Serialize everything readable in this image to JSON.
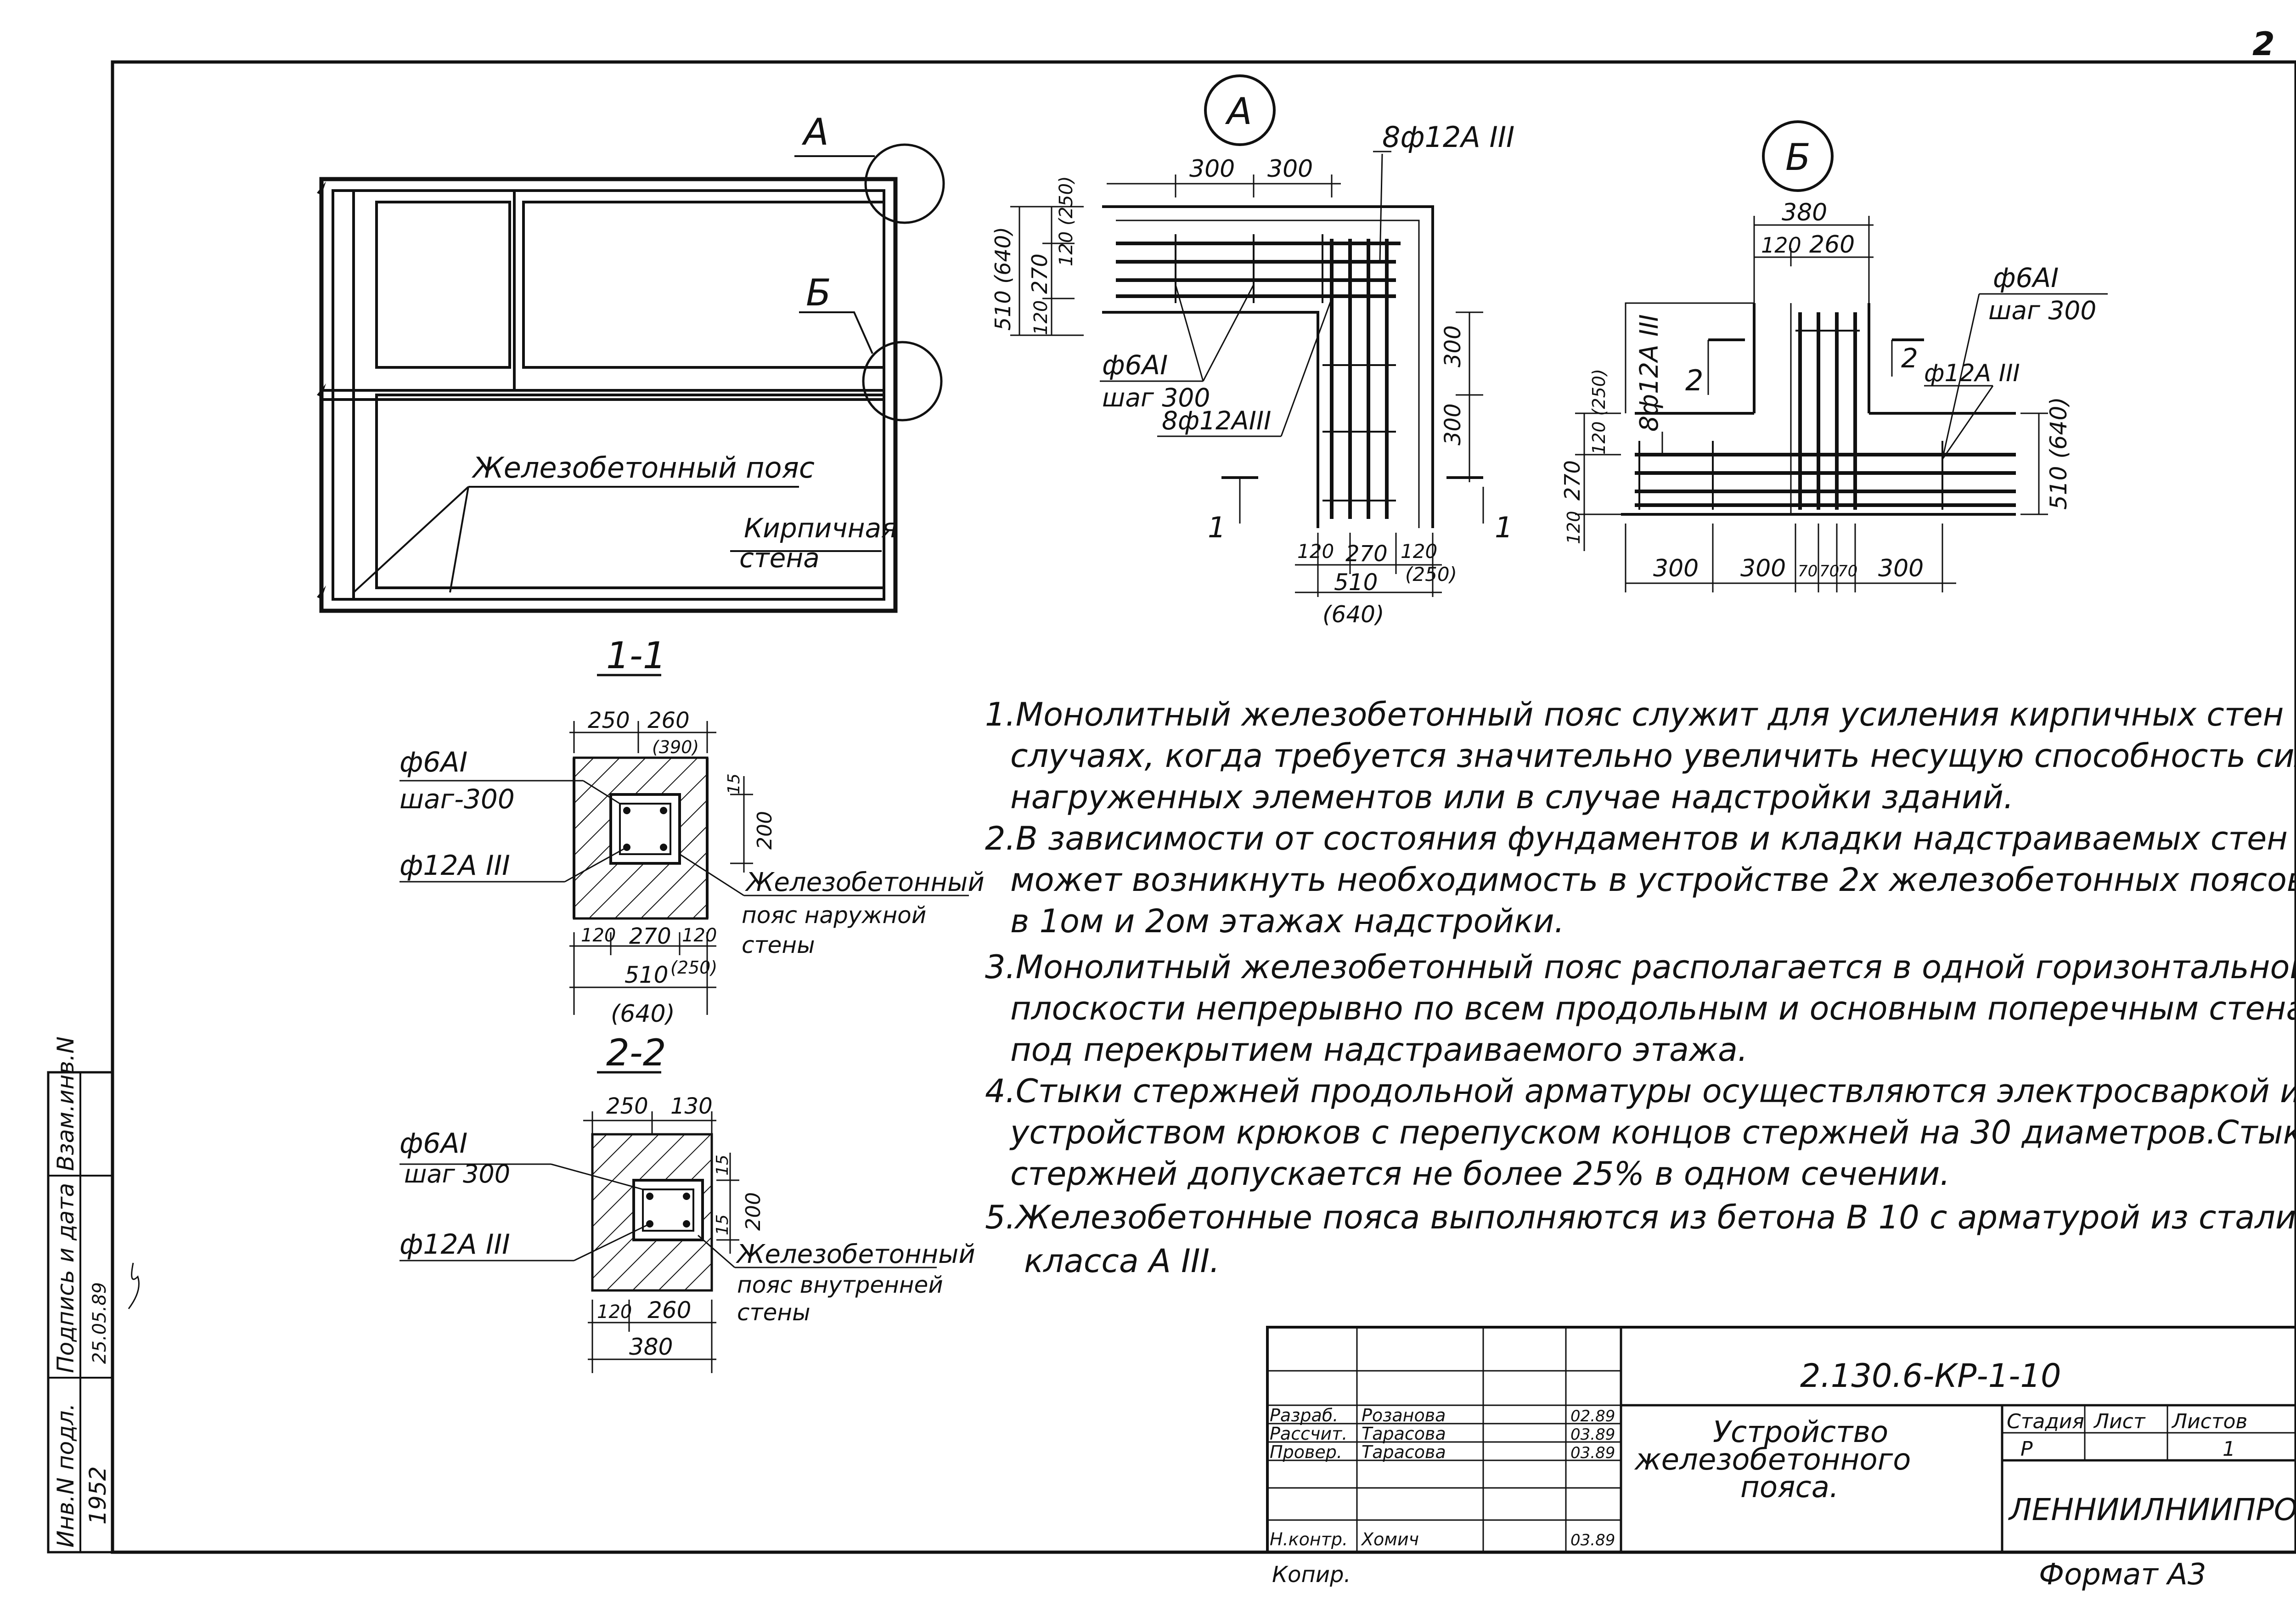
{
  "page_number": "2",
  "plan": {
    "callout_a": "А",
    "callout_b": "Б",
    "label_belt": "Железобетонный пояс",
    "label_wall_1": "Кирпичная",
    "label_wall_2": "стена"
  },
  "detail_a": {
    "marker": "А",
    "rebar_top": "8ф12А III",
    "dim_300_1": "300",
    "dim_300_2": "300",
    "dim_510_640": "510 (640)",
    "dim_120_250": "120 (250)",
    "dim_270": "270",
    "dim_120": "120",
    "stirrup_1": "ф6АI",
    "stirrup_2": "шаг 300",
    "rebar_bottom": "8ф12АIII",
    "dim_v300_1": "300",
    "dim_v300_2": "300",
    "section_mark": "1",
    "bottom_120": "120",
    "bottom_270": "270",
    "bottom_120b": "120",
    "bottom_250": "(250)",
    "bottom_510": "510",
    "bottom_640": "(640)"
  },
  "detail_b": {
    "marker": "Б",
    "dim_380": "380",
    "dim_120": "120",
    "dim_260": "260",
    "stirrup_1": "ф6АI",
    "stirrup_2": "шаг 300",
    "rebar_left": "8ф12А III",
    "section_mark": "2",
    "rebar_right": "ф12А III",
    "dim_510_640": "510 (640)",
    "dim_120_250": "120 (250)",
    "dim_270": "270",
    "dim_120b": "120",
    "b300_1": "300",
    "b300_2": "300",
    "b70_1": "70",
    "b70_2": "70",
    "b70_3": "70",
    "b300_3": "300"
  },
  "section_1": {
    "title": "1-1",
    "dim_250": "250",
    "dim_260": "260",
    "dim_390": "(390)",
    "stirrup_1": "ф6АI",
    "stirrup_2": "шаг-300",
    "rebar": "ф12А III",
    "dim_15": "15",
    "dim_200": "200",
    "dim_120": "120",
    "dim_270": "270",
    "dim_120b": "120",
    "dim_510": "510",
    "dim_250b": "(250)",
    "dim_640": "(640)",
    "callout_1": "Железобетонный",
    "callout_2": "пояс наружной",
    "callout_3": "стены"
  },
  "section_2": {
    "title": "2-2",
    "dim_250": "250",
    "dim_130": "130",
    "stirrup_1": "ф6АI",
    "stirrup_2": "шаг 300",
    "rebar": "ф12А III",
    "dim_15": "15",
    "dim_200": "200",
    "dim_15b": "15",
    "dim_120": "120",
    "dim_260": "260",
    "dim_380": "380",
    "callout_1": "Железобетонный",
    "callout_2": "пояс внутренней",
    "callout_3": "стены"
  },
  "notes": [
    "1.Монолитный железобетонный пояс служит для усиления кирпичных стен в",
    "случаях, когда требуется значительно увеличить несущую способность сильно",
    "нагруженных элементов или в случае надстройки зданий.",
    "2.В зависимости от состояния фундаментов и кладки надстраиваемых стен",
    "может возникнуть необходимость в устройстве 2х железобетонных поясов",
    "в 1ом и 2ом этажах надстройки.",
    "3.Монолитный железобетонный пояс располагается в одной горизонтальной",
    "плоскости непрерывно по всем продольным и основным поперечным стенам",
    "под перекрытием надстраиваемого этажа.",
    "4.Стыки стержней продольной арматуры осуществляются электросваркой или",
    "устройством крюков с перепуском концов стержней на 30 диаметров.Стык",
    "стержней допускается не более 25% в одном сечении.",
    "5.Железобетонные пояса выполняются из бетона В 10 с арматурой из стали",
    "класса А III."
  ],
  "side_stamp": {
    "col1": "Инв.N подл.",
    "col2": "Подпись и дата",
    "col3": "Взам.инв.N",
    "inv": "1952",
    "date": "25.05.89"
  },
  "title_block": {
    "code": "2.130.6-КР-1-10",
    "title_1": "Устройство",
    "title_2": "железобетонного",
    "title_3": "пояса.",
    "stage_h": "Стадия",
    "sheet_h": "Лист",
    "sheets_h": "Листов",
    "stage": "Р",
    "sheets": "1",
    "org": "ЛЕННИИЛНИИПРОЕКТ",
    "rows": [
      {
        "role": "Разраб.",
        "name": "Розанова",
        "date": "02.89"
      },
      {
        "role": "Рассчит.",
        "name": "Тарасова",
        "date": "03.89"
      },
      {
        "role": "Провер.",
        "name": "Тарасова",
        "date": "03.89"
      },
      {
        "role": "Н.контр.",
        "name": "Хомич",
        "date": "03.89"
      }
    ],
    "copy_label": "Копир.",
    "format": "Формат А3"
  }
}
